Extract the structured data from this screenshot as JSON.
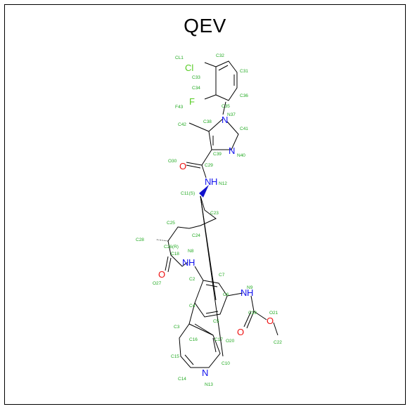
{
  "title": "QEV",
  "colors": {
    "carbon_label": "#22aa22",
    "chlorine": "#55cc22",
    "fluorine": "#55cc22",
    "nitrogen": "#1111ee",
    "oxygen": "#ee1111",
    "bond": "#000000",
    "wedge": "#1111cc"
  },
  "atom_labels": [
    "CL1",
    "C32",
    "C31",
    "C33",
    "C34",
    "C36",
    "F43",
    "C35",
    "N37",
    "C38",
    "C42",
    "C41",
    "C39",
    "N40",
    "O30",
    "C29",
    "NH",
    "N12",
    "C11(S)",
    "C23",
    "C25",
    "C24",
    "C28",
    "C26(R)",
    "C18",
    "N8",
    "N9",
    "O27",
    "C2",
    "C7",
    "C6",
    "C4",
    "C5",
    "C19",
    "O21",
    "C3",
    "C16",
    "C17",
    "O20",
    "C22",
    "C15",
    "C10",
    "C14",
    "N13"
  ],
  "element_labels": {
    "cl": "Cl",
    "f": "F",
    "n": "N",
    "o": "O",
    "h": "H"
  }
}
